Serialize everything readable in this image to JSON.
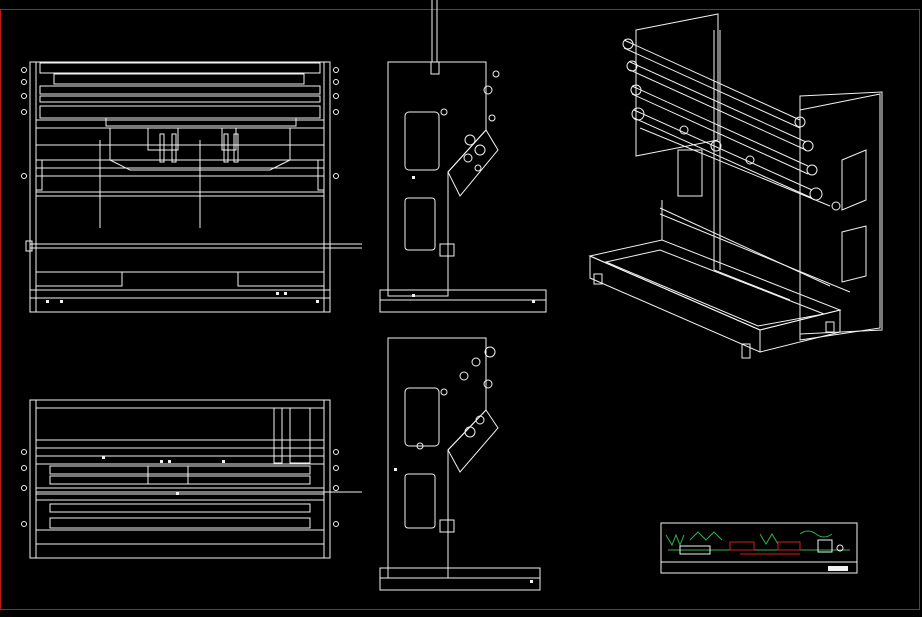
{
  "drawing": {
    "background": "#000000",
    "line_color": "#f2f2f2",
    "border_color": "#c01818",
    "views": [
      "front-view",
      "top-view",
      "side-view-upper",
      "side-view-lower",
      "isometric-view",
      "title-block"
    ],
    "title_block": {
      "accent_green": "#2fb34a",
      "accent_red": "#d02020"
    }
  }
}
